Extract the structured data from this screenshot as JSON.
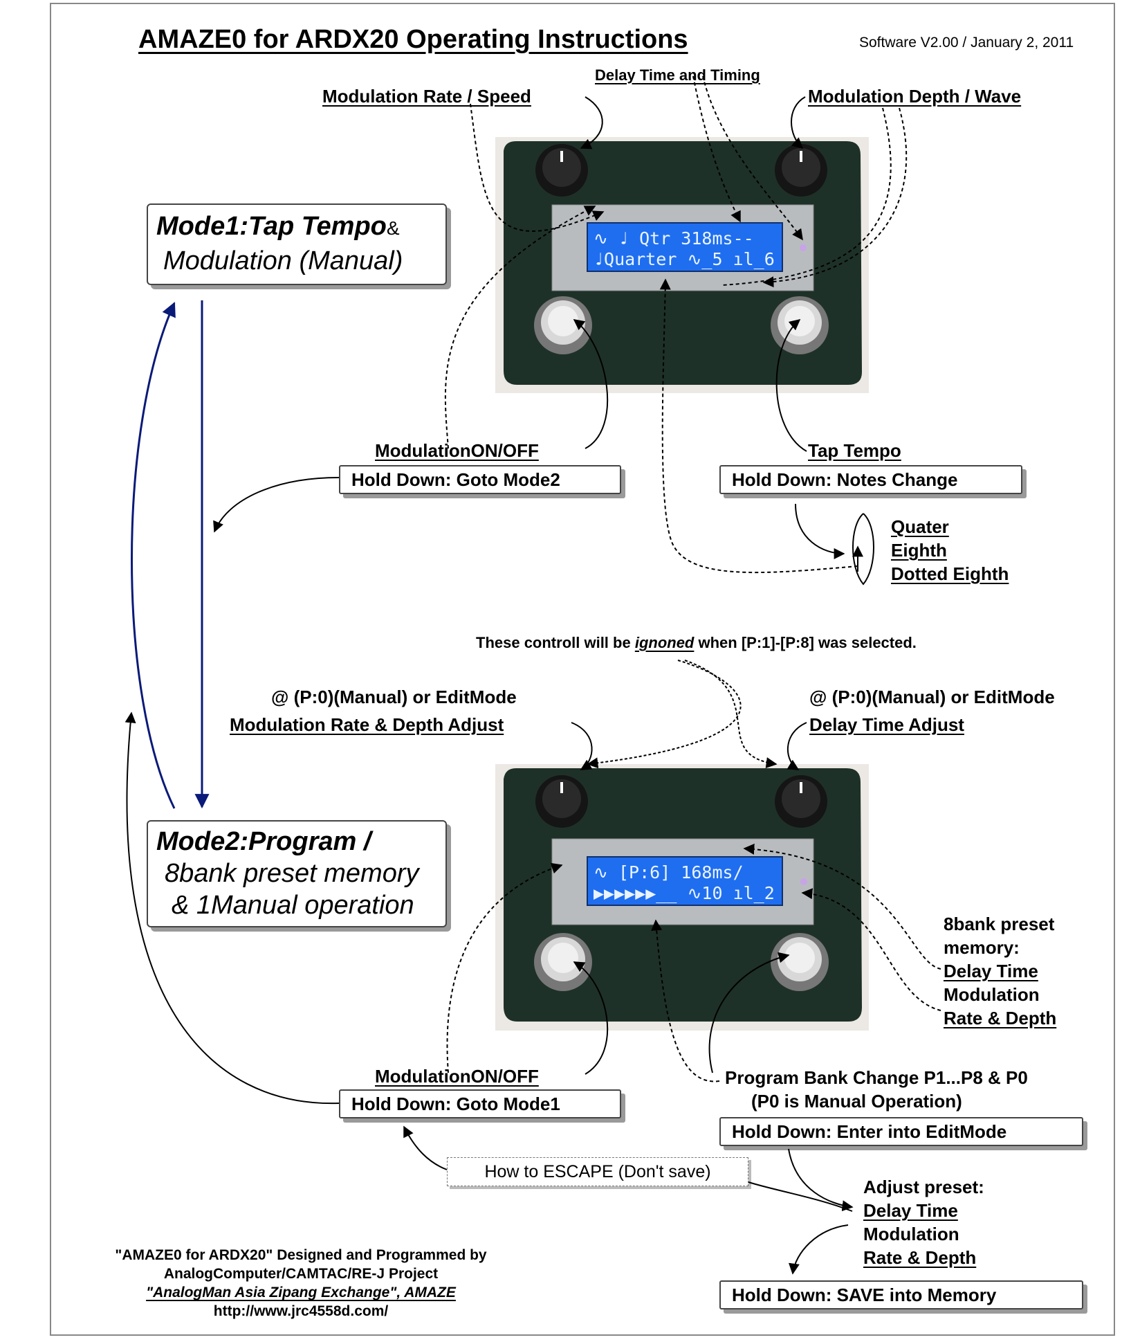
{
  "header": {
    "title": "AMAZE0 for ARDX20 Operating Instructions",
    "version": "Software V2.00  / January 2, 2011"
  },
  "top_labels": {
    "delay_time_timing": "Delay Time and Timing",
    "mod_rate_speed": "Modulation Rate / Speed",
    "mod_depth_wave": "Modulation Depth / Wave"
  },
  "mode1": {
    "line1_bold": "Mode1",
    "line1_rest": ":Tap Tempo",
    "line1_amp": "&",
    "line2": "Modulation (Manual)"
  },
  "mode2": {
    "line1_bold": "Mode2",
    "line1_rest": ":Program  /",
    "line2": "8bank preset memory",
    "line3": "& 1Manual operation"
  },
  "pedal1": {
    "lcd_line1": "∿ ♩ Qtr 318ms--",
    "lcd_line2": "♩Quarter ∿_5 ıl_6",
    "left_label": "ModulationON/OFF",
    "left_hold": "Hold Down: Goto Mode2",
    "right_label": "Tap Tempo",
    "right_hold": "Hold Down: Notes Change"
  },
  "notes_options": [
    "Quater",
    "Eighth",
    "Dotted Eighth"
  ],
  "notice": {
    "before": "These controll will be ",
    "word": "ignoned",
    "after": " when [P:1]-[P:8] was selected."
  },
  "mode2_labels": {
    "left_line1": "@ (P:0)(Manual) or EditMode",
    "left_line2": "Modulation Rate & Depth Adjust",
    "right_line1": "@ (P:0)(Manual) or EditMode",
    "right_line2": "Delay Time Adjust"
  },
  "pedal2": {
    "lcd_line1": "∿ [P:6] 168ms∕",
    "lcd_line2": "▶▶▶▶▶▶__ ∿10 ıl_2",
    "left_label": "ModulationON/OFF",
    "left_hold": "Hold Down: Goto Mode1",
    "right_label1": "Program Bank Change P1...P8 & P0",
    "right_label2": "(P0 is Manual Operation)",
    "right_hold": "Hold Down: Enter into EditMode"
  },
  "preset_memory": {
    "line1": "8bank preset",
    "line2": "memory:",
    "line3": "Delay Time",
    "line4": "Modulation",
    "line5": "Rate & Depth"
  },
  "escape_label": "How to ESCAPE (Don't save)",
  "adjust_preset": {
    "line1": "Adjust preset:",
    "line2": "Delay Time",
    "line3": "Modulation",
    "line4": "Rate & Depth"
  },
  "save_hold": "Hold Down: SAVE into Memory",
  "credits": {
    "line1": "\"AMAZE0 for ARDX20\" Designed and Programmed by",
    "line2": "AnalogComputer/CAMTAC/RE-J Project",
    "line3": "\"AnalogMan Asia Zipang Exchange\", AMAZE",
    "line4": "http://www.jrc4558d.com/"
  },
  "colors": {
    "arrow_blue": "#0a1a78",
    "lcd_blue": "#1f6ef0",
    "enclosure": "#1e3128"
  }
}
